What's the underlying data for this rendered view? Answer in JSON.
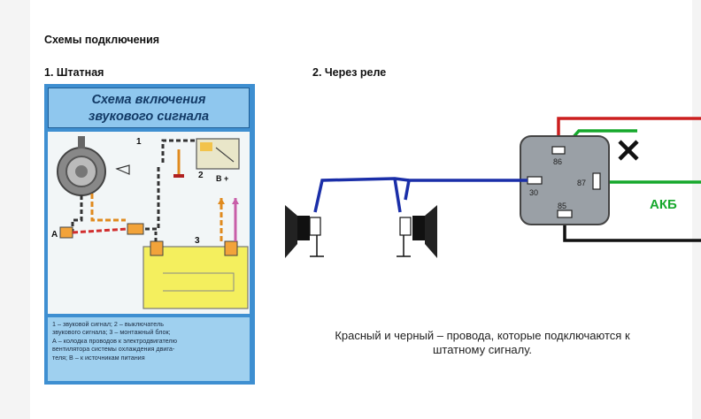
{
  "header": {
    "title": "Схемы подключения"
  },
  "section1": {
    "title": "1. Штатная",
    "card_title_line1": "Схема включения",
    "card_title_line2": "звукового сигнала",
    "callouts": {
      "n1": "1",
      "n2": "2",
      "n3": "3",
      "A": "А",
      "B": "В +"
    },
    "legend_lines": [
      "1 – звуковой сигнал; 2 – выключатель",
      "звукового сигнала; 3 – монтажный блок;",
      "А – колодка проводов к электродвигателю",
      "вентилятора системы охлаждения двига-",
      "теля; В – к источникам питания"
    ]
  },
  "section2": {
    "title": "2. Через реле",
    "pins": {
      "p86": "86",
      "p30": "30",
      "p87": "87",
      "p85": "85"
    },
    "battery_label": "АКБ",
    "caption_line1": "Красный и черный – провода, которые подключаются к",
    "caption_line2": "штатному сигналу."
  },
  "colors": {
    "card_blue": "#3e8fd1",
    "wire_blue": "#1a2ea8",
    "wire_red": "#cc1f1f",
    "wire_green": "#16a82c",
    "relay_gray": "#9aa0a6",
    "label_green": "#16a82c"
  },
  "icons": [
    "horn-icon",
    "speaker-icon",
    "relay-icon",
    "cross-mark-icon",
    "ground-icon"
  ]
}
